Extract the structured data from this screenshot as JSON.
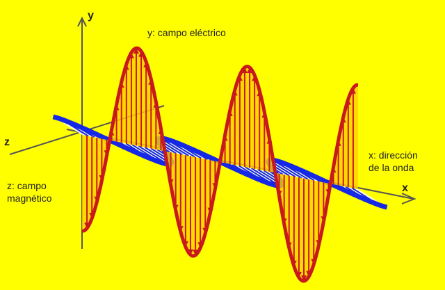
{
  "labels": {
    "y_axis": "y",
    "z_axis": "z",
    "x_axis": "x",
    "electric": "y: campo eléctrico",
    "magnetic_line1": "z: campo",
    "magnetic_line2": "magnético",
    "direction_line1": "x: dirección",
    "direction_line2": "de la onda"
  },
  "colors": {
    "background": "#ffff00",
    "electric_wave": "#c8191e",
    "electric_fill": "#ffd000",
    "magnetic_wave": "#1428e6",
    "magnetic_fill": "#ffffff",
    "axes": "#555555"
  },
  "icons": {
    "y_arrow": "arrow-up-icon",
    "x_arrow": "arrow-right-icon"
  }
}
